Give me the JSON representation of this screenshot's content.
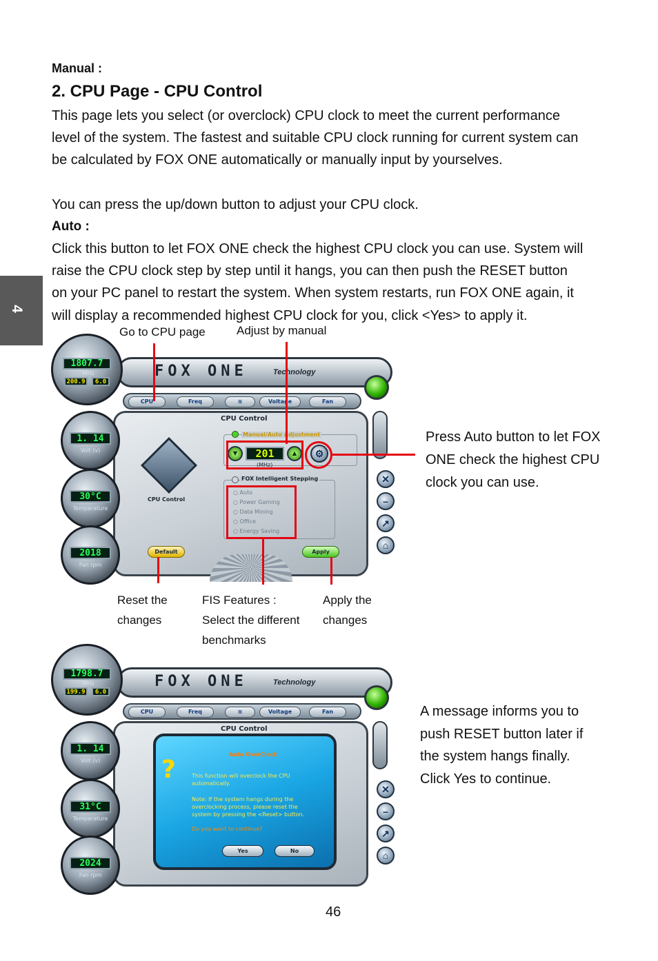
{
  "side_tab": "4",
  "heading_manual": "Manual :",
  "title": "2. CPU Page - CPU Control",
  "intro_lines": [
    "This page lets you select (or overclock) CPU clock to meet the current performance",
    "level of the system. The fastest and suitable CPU clock running for current system can",
    "be calculated by FOX ONE automatically or manually input by yourselves."
  ],
  "updown_line": "You can press the up/down button to adjust your CPU clock.",
  "heading_auto": "Auto :",
  "auto_lines": [
    "Click this button to let FOX ONE check the highest CPU clock you can use. System will",
    "raise the CPU clock step by step until it hangs, you can then push the RESET button",
    "on your PC panel to restart the system. When system restarts, run FOX ONE again, it",
    "will display a recommended highest CPU clock for you, click <Yes> to apply it."
  ],
  "callouts": {
    "go_to_cpu": "Go to CPU page",
    "adjust_manual": "Adjust by manual",
    "press_auto": [
      "Press Auto button to let FOX",
      "ONE check the highest CPU",
      "clock you can use."
    ],
    "reset": [
      "Reset the",
      "changes"
    ],
    "fis": [
      "FIS Features :",
      "Select the different",
      "benchmarks"
    ],
    "apply": [
      "Apply the",
      "changes"
    ],
    "message": [
      "A message informs you to",
      "push RESET button later if",
      "the  system hangs finally.",
      "Click Yes to continue."
    ]
  },
  "window1": {
    "brand": "FOX ONE",
    "brand_sub": "Technology",
    "cpu_clock": "1807.7",
    "mhz": "MHz",
    "fsb": "200.9",
    "multiplier": "6.0",
    "voltage": "1. 14",
    "voltage_label": "Volt (v)",
    "temperature": "30°C",
    "temperature_label": "Temperature",
    "fan": "2018",
    "fan_label": "Fan rpm",
    "tabs": [
      "CPU",
      "Freq",
      "",
      "Voltage",
      "Fan"
    ],
    "panel_title": "CPU Control",
    "manual_auto": "Manual/Auto Adjustment",
    "clock_value": "201",
    "clock_unit": "(MHz)",
    "fis_title": "FOX Intelligent Stepping",
    "fis_options": [
      "Auto",
      "Power Gaming",
      "Data Mining",
      "Office",
      "Energy Saving"
    ],
    "icon_caption": "CPU Control",
    "default_btn": "Default",
    "apply_btn": "Apply"
  },
  "window2": {
    "cpu_clock": "1798.7",
    "mhz": "MHz",
    "fsb": "199.9",
    "multiplier": "6.0",
    "voltage": "1. 14",
    "voltage_label": "Volt (v)",
    "temperature": "31°C",
    "temperature_label": "Temperature",
    "fan": "2024",
    "fan_label": "Fan rpm",
    "panel_title": "CPU Control",
    "dialog_title": "Auto OverClock",
    "dialog_lines": [
      "This function will overclock the CPU",
      "automatically."
    ],
    "dialog_note": [
      "Note: If the system hangs during the",
      "overclocking process, please reset the",
      "system by pressing the <Reset> button."
    ],
    "dialog_question": "Do you want to continue?",
    "yes_btn": "Yes",
    "no_btn": "No"
  },
  "page_number": "46",
  "colors": {
    "accent_red": "#e30613",
    "side_tab": "#595959",
    "lcd_green": "#2bff5a",
    "dialog_blue": "#19a9e6"
  }
}
